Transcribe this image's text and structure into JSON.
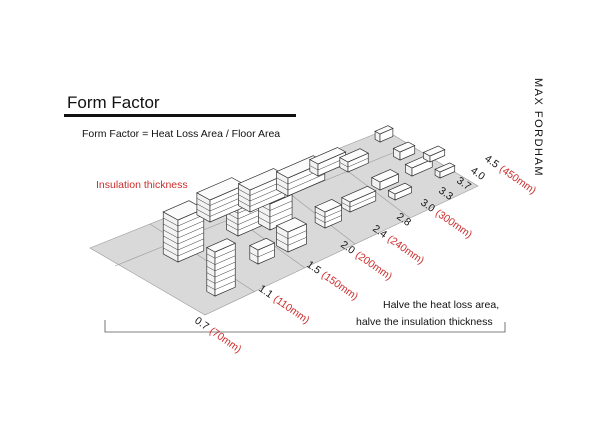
{
  "title": "Form Factor",
  "formula": "Form Factor = Heat Loss Area / Floor Area",
  "insulation_label": "Insulation thickness",
  "brand": "MAX FORDHAM",
  "note_line1": "Halve the heat loss area,",
  "note_line2": "halve the insulation thickness",
  "scale": [
    {
      "factor": "0.7",
      "thickness": "(70mm)"
    },
    {
      "factor": "1.1",
      "thickness": "(110mm)"
    },
    {
      "factor": "1.5",
      "thickness": "(150mm)"
    },
    {
      "factor": "2.0",
      "thickness": "(200mm)"
    },
    {
      "factor": "2.4",
      "thickness": "(240mm)"
    },
    {
      "factor": "2.8",
      "thickness": ""
    },
    {
      "factor": "3.0",
      "thickness": "(300mm)"
    },
    {
      "factor": "3.3",
      "thickness": ""
    },
    {
      "factor": "3.7",
      "thickness": ""
    },
    {
      "factor": "4.0",
      "thickness": ""
    },
    {
      "factor": "4.5",
      "thickness": "(450mm)"
    }
  ],
  "colors": {
    "accent_red": "#cc2b2b",
    "ground": "#d9d9d9",
    "ink": "#111111"
  }
}
